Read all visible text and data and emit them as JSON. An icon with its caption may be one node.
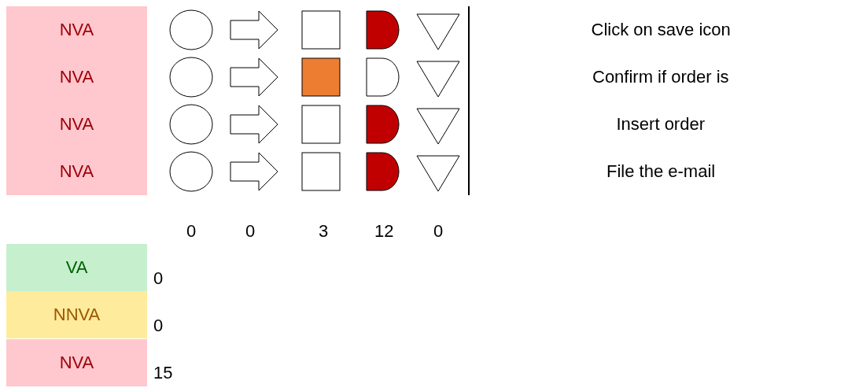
{
  "diagram": {
    "nodes": [
      {
        "text": [
          "NVA"
        ]
      },
      {
        "text": [
          "NVA"
        ]
      },
      {
        "text": [
          "NVA"
        ]
      },
      {
        "text": [
          "NVA"
        ]
      },
      {
        "text": [],
        "shape": "circle"
      },
      {
        "text": [],
        "shape": "arrow"
      },
      {
        "text": [],
        "shape": "box"
      },
      {
        "text": [],
        "shape": "semicircle"
      },
      {
        "text": [],
        "shape": "triangle"
      },
      {
        "text": [],
        "shape": "circle"
      },
      {
        "text": [],
        "shape": "arrow"
      },
      {
        "text": [],
        "shape": "box"
      },
      {
        "text": [],
        "shape": "semicircle"
      },
      {
        "text": [],
        "shape": "triangle"
      },
      {
        "text": [],
        "shape": "circle"
      },
      {
        "text": [],
        "shape": "arrow"
      },
      {
        "text": [],
        "shape": "box"
      },
      {
        "text": [],
        "shape": "semicircle"
      },
      {
        "text": [],
        "shape": "triangle"
      },
      {
        "text": [],
        "shape": "circle"
      },
      {
        "text": [],
        "shape": "arrow"
      },
      {
        "text": [],
        "shape": "box"
      },
      {
        "text": [],
        "shape": "semicircle"
      },
      {
        "text": [],
        "shape": "triangle"
      },
      {
        "text": [
          "VA"
        ]
      },
      {
        "text": [
          "NNVA"
        ]
      },
      {
        "text": [
          "NVA"
        ]
      }
    ],
    "labels": [
      "Click on save icon",
      "Confirm if order is",
      "Insert order",
      "File the e-mail",
      "0",
      "0",
      "3",
      "12",
      "0",
      "0",
      "0",
      "15"
    ]
  }
}
